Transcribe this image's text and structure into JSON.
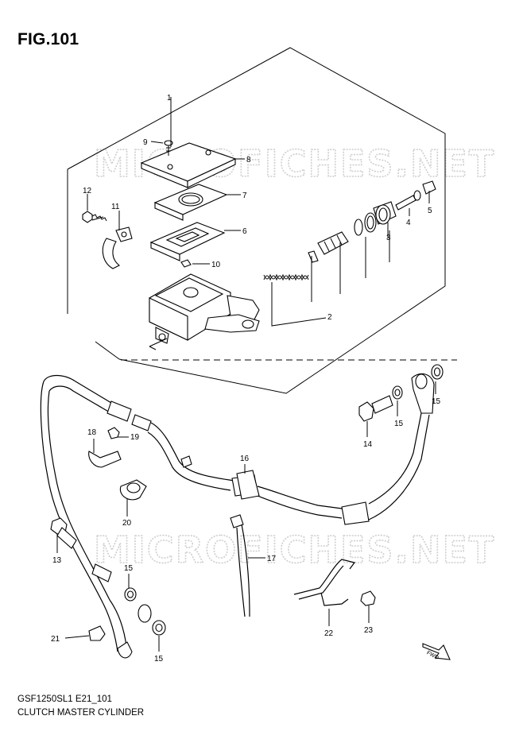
{
  "figure_title": "FIG.101",
  "footer": {
    "code": "GSF1250SL1 E21_101",
    "name": "CLUTCH MASTER CYLINDER"
  },
  "watermark": "MICROFICHES.NET",
  "fwd_mark": "FWD",
  "callouts": {
    "c1": "1",
    "c2": "2",
    "c3": "3",
    "c4": "4",
    "c5": "5",
    "c6": "6",
    "c7": "7",
    "c8": "8",
    "c9": "9",
    "c10": "10",
    "c11": "11",
    "c12": "12",
    "c13": "13",
    "c14": "14",
    "c15a": "15",
    "c15b": "15",
    "c15c": "15",
    "c15d": "15",
    "c16": "16",
    "c17": "17",
    "c18": "18",
    "c19": "19",
    "c20": "20",
    "c21": "21",
    "c22": "22",
    "c23": "23"
  }
}
